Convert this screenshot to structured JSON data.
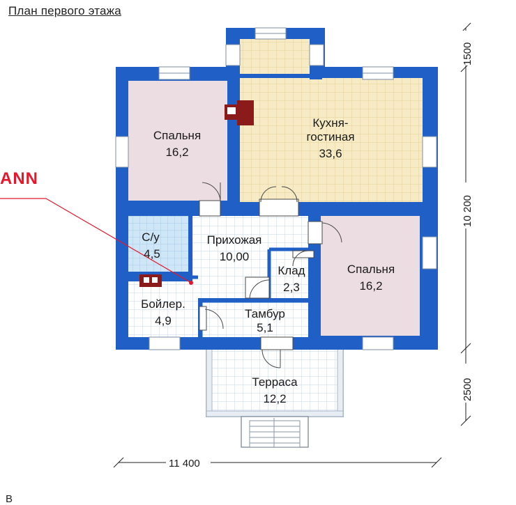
{
  "page": {
    "title": "План первого этажа",
    "brand_text": "ANN",
    "bottom_text": "В"
  },
  "colors": {
    "wall": "#1f5fc6",
    "kitchen_floor": "#f6ebc4",
    "bedroom_floor": "#ecdde3",
    "bathroom_floor": "#cfe6f7",
    "grid_floor": "#ffffff",
    "grid_line": "#c9d6e6",
    "stove": "#8b1a1a",
    "brand_red": "#e8162a"
  },
  "rooms": {
    "kitchen": {
      "name_line1": "Кухня-",
      "name_line2": "гостиная",
      "area": "33,6"
    },
    "bedroom_left": {
      "name": "Спальня",
      "area": "16,2"
    },
    "bedroom_right": {
      "name": "Спальня",
      "area": "16,2"
    },
    "bathroom": {
      "name": "С/у",
      "area": "4,5"
    },
    "hallway": {
      "name": "Прихожая",
      "area": "10,00"
    },
    "storage": {
      "name": "Клад",
      "area": "2,3"
    },
    "boiler": {
      "name": "Бойлер.",
      "area": "4,9"
    },
    "vestibule": {
      "name": "Тамбур",
      "area": "5,1"
    },
    "terrace": {
      "name": "Терраса",
      "area": "12,2"
    }
  },
  "dimensions": {
    "top_offset": "1500",
    "total_height": "10 200",
    "terrace_depth": "2500",
    "total_width": "11 400"
  }
}
